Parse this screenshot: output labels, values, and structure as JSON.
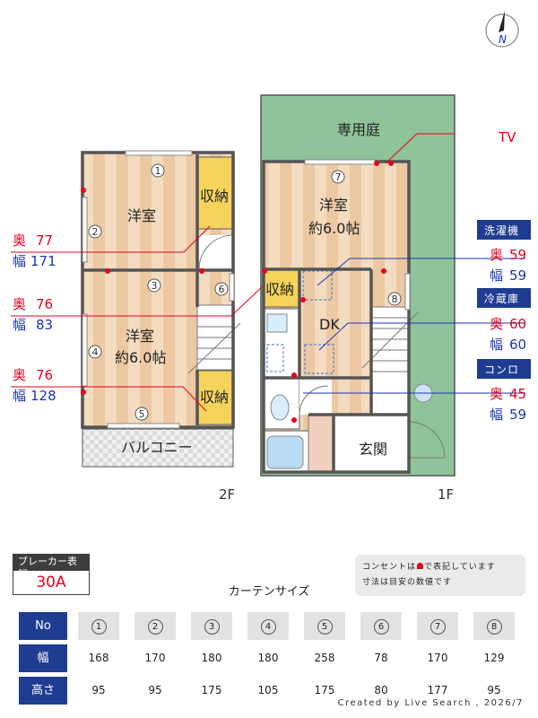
{
  "compass": {
    "label": "N"
  },
  "floors": {
    "second": "2F",
    "first": "1F"
  },
  "rooms": {
    "yoshitsu_2f_top": "洋室",
    "yoshitsu_2f_bottom_1": "洋室",
    "yoshitsu_2f_bottom_2": "約6.0帖",
    "shuno_2f_top": "収納",
    "shuno_2f_bottom": "収納",
    "balcony": "バルコニー",
    "garden": "専用庭",
    "yoshitsu_1f_1": "洋室",
    "yoshitsu_1f_2": "約6.0帖",
    "shuno_1f": "収納",
    "dk": "DK",
    "genkan": "玄関"
  },
  "window_numbers": [
    "1",
    "2",
    "3",
    "4",
    "5",
    "6",
    "7",
    "8"
  ],
  "left_callouts": [
    {
      "oku_label": "奥",
      "oku": "77",
      "haba_label": "幅",
      "haba": "171"
    },
    {
      "oku_label": "奥",
      "oku": "76",
      "haba_label": "幅",
      "haba": "83"
    },
    {
      "oku_label": "奥",
      "oku": "76",
      "haba_label": "幅",
      "haba": "128"
    }
  ],
  "tv_label": "TV",
  "appliances": [
    {
      "title": "洗濯機",
      "oku_label": "奥",
      "oku": "59",
      "haba_label": "幅",
      "haba": "59"
    },
    {
      "title": "冷蔵庫",
      "oku_label": "奥",
      "oku": "60",
      "haba_label": "幅",
      "haba": "60"
    },
    {
      "title": "コンロ",
      "oku_label": "奥",
      "oku": "45",
      "haba_label": "幅",
      "haba": "59"
    }
  ],
  "breaker": {
    "label": "ブレーカー表記",
    "value": "30A"
  },
  "notes": {
    "line1_before": "コンセントは",
    "line1_after": "で表記しています",
    "line2": "寸法は目安の数値です"
  },
  "curtain": {
    "title": "カーテンサイズ",
    "header_label": "No",
    "numbers": [
      "1",
      "2",
      "3",
      "4",
      "5",
      "6",
      "7",
      "8"
    ],
    "width_label": "幅",
    "widths": [
      "168",
      "170",
      "180",
      "180",
      "258",
      "78",
      "170",
      "129"
    ],
    "height_label": "高さ",
    "heights": [
      "95",
      "95",
      "175",
      "105",
      "175",
      "80",
      "177",
      "95"
    ]
  },
  "credit": "Created by Live Search , 2026/7",
  "colors": {
    "navy": "#1e3d91",
    "red": "#e8001c",
    "blue": "#1a36b5",
    "garden": "#8fc49a",
    "floor": "#f1d8b5",
    "storage": "#f6d35a"
  }
}
